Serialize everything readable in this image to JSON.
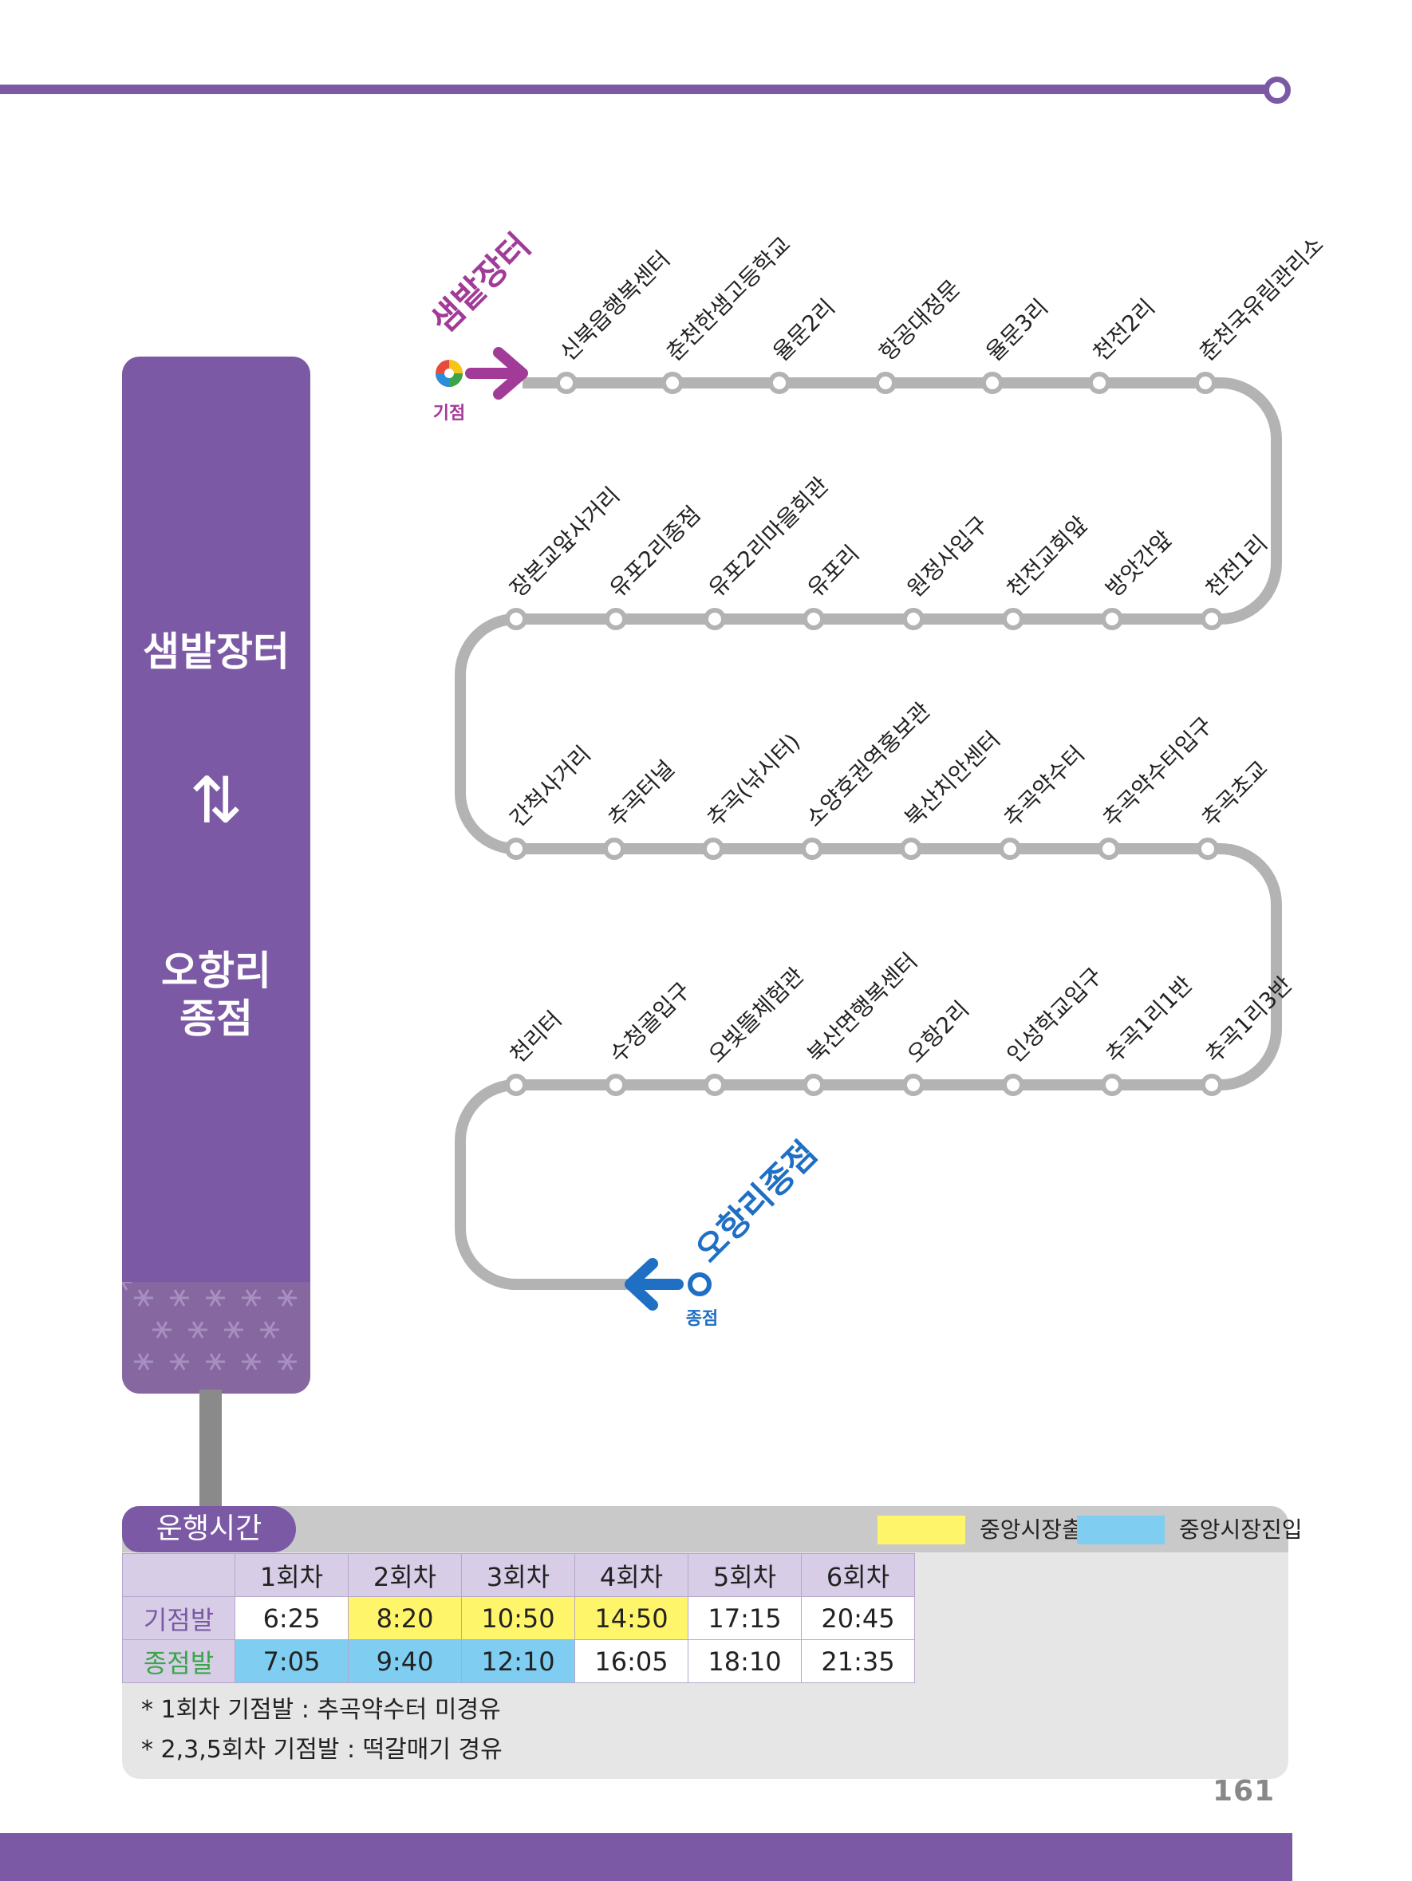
{
  "page_number": "161",
  "route": {
    "origin": "샘밭장터",
    "origin_tag": "기점",
    "destination": "오항리종점",
    "destination_tag": "종점",
    "rows": [
      [
        "신북읍행복센터",
        "춘천한샘고등학교",
        "율문2리",
        "항공대정문",
        "율문3리",
        "천전2리",
        "춘천국유림관리소"
      ],
      [
        "장본교앞사거리",
        "유포2리종점",
        "유포2리마을회관",
        "유포리",
        "원정사입구",
        "천전교회앞",
        "방앗간앞",
        "천전1리"
      ],
      [
        "간척사거리",
        "추곡터널",
        "추곡(낚시터)",
        "소양호권역홍보관",
        "북산치안센터",
        "추곡약수터",
        "추곡약수터입구",
        "추곡초교"
      ],
      [
        "천리터",
        "수청골입구",
        "오빛뜰체험관",
        "북산면행복센터",
        "오항2리",
        "인성학교입구",
        "추곡1리1반",
        "추곡1리3반"
      ]
    ]
  },
  "side_panel": {
    "from": "샘밭장터",
    "arrows": "⇅",
    "to_line1": "오항리",
    "to_line2": "종점"
  },
  "timetable": {
    "tab_label": "운행시간",
    "legend": [
      {
        "label": "중앙시장출발",
        "color": "#fff56a"
      },
      {
        "label": "중앙시장진입",
        "color": "#7fcdf0"
      }
    ],
    "headers": [
      "1회차",
      "2회차",
      "3회차",
      "4회차",
      "5회차",
      "6회차"
    ],
    "rows": [
      {
        "label": "기점발",
        "label_color": "#7b59a4",
        "times": [
          "6:25",
          "8:20",
          "10:50",
          "14:50",
          "17:15",
          "20:45"
        ],
        "highlight": [
          "",
          "yellow",
          "yellow",
          "yellow",
          "",
          ""
        ]
      },
      {
        "label": "종점발",
        "label_color": "#3aa64a",
        "times": [
          "7:05",
          "9:40",
          "12:10",
          "16:05",
          "18:10",
          "21:35"
        ],
        "highlight": [
          "blue",
          "blue",
          "blue",
          "",
          "",
          ""
        ]
      }
    ],
    "notes": [
      "* 1회차 기점발 : 추곡약수터 미경유",
      "* 2,3,5회차 기점발 : 떡갈매기 경유"
    ]
  }
}
